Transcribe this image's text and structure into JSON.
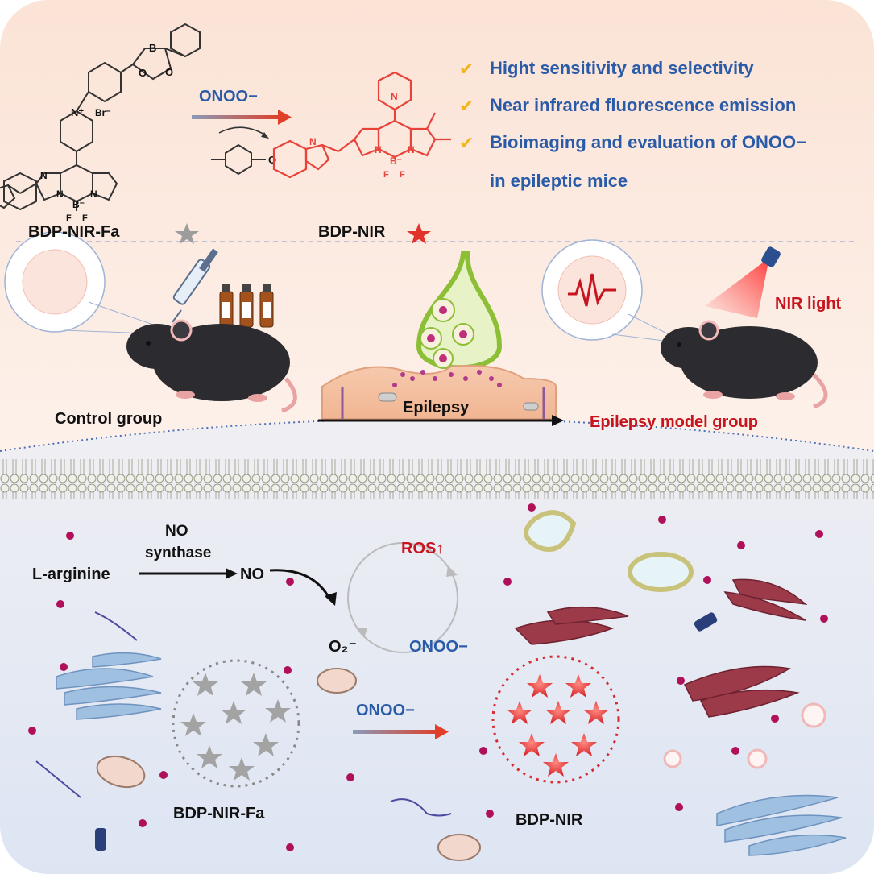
{
  "features": [
    "Hight sensitivity and selectivity",
    "Near infrared fluorescence emission",
    "Bioimaging and evaluation of ONOO−",
    "in epileptic mice"
  ],
  "reaction": {
    "reagent": "ONOO−",
    "probe_name": "BDP-NIR-Fa",
    "product_name": "BDP-NIR"
  },
  "molecule_atoms": {
    "boron": "B",
    "oxygen": "O",
    "nitrogen": "N",
    "fluorine": "F",
    "pyridinium": "N⁺",
    "bromide": "Br⁻",
    "boron_anion": "B⁻",
    "quinone_o": "O"
  },
  "mouse_panel": {
    "control_label": "Control group",
    "epilepsy_label": "Epilepsy",
    "model_label": "Epilepsy model group",
    "light_label": "NIR light"
  },
  "pathway": {
    "substrate": "L-arginine",
    "enzyme_line1": "NO",
    "enzyme_line2": "synthase",
    "no": "NO",
    "superoxide": "O₂⁻",
    "peroxynitrite": "ONOO−",
    "ros": "ROS↑"
  },
  "bottom": {
    "reagent": "ONOO−",
    "probe_name": "BDP-NIR-Fa",
    "product_name": "BDP-NIR"
  },
  "colors": {
    "feature_text": "#2a5ba8",
    "check_mark": "#f2b51c",
    "emphasis_red": "#c8141e",
    "top_bg": "#fbe6dc",
    "bottom_bg": "#e6ebf5"
  }
}
